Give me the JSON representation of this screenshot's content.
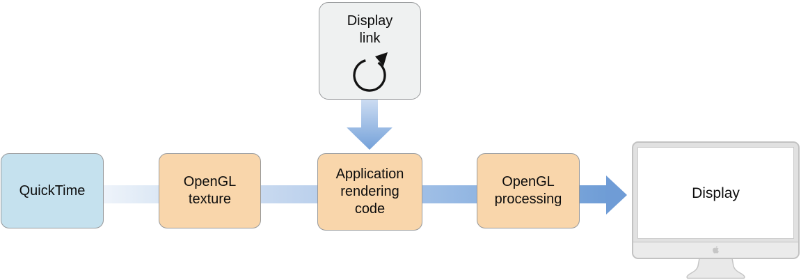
{
  "nodes": {
    "quicktime": {
      "label": "QuickTime",
      "fill": "#c5e1ee"
    },
    "opengl_texture": {
      "label": "OpenGL\ntexture",
      "fill": "#f9d6ab"
    },
    "application_rendering_code": {
      "label": "Application\nrendering\ncode",
      "fill": "#f9d6ab"
    },
    "opengl_processing": {
      "label": "OpenGL\nprocessing",
      "fill": "#f9d6ab"
    },
    "display_link": {
      "label": "Display\nlink",
      "fill": "#eff1f1",
      "icon": "loop-arrow-icon"
    },
    "display": {
      "label": "Display",
      "icon": "imac-monitor"
    }
  },
  "connectors": [
    {
      "from": "quicktime",
      "to": "opengl_texture",
      "type": "gradient-band"
    },
    {
      "from": "opengl_texture",
      "to": "application_rendering_code",
      "type": "gradient-band"
    },
    {
      "from": "application_rendering_code",
      "to": "opengl_processing",
      "type": "gradient-band"
    },
    {
      "from": "opengl_processing",
      "to": "display",
      "type": "arrow-right"
    },
    {
      "from": "display_link",
      "to": "application_rendering_code",
      "type": "arrow-down"
    }
  ],
  "colors": {
    "background": "#ffffff",
    "node_border": "#96989a",
    "band_start": "#eef3fa",
    "band_end": "#6f9dd6",
    "arrow_blue": "#6f9cd6",
    "monitor_bezel": "#e1e1e1",
    "monitor_border": "#c2c2c2"
  }
}
